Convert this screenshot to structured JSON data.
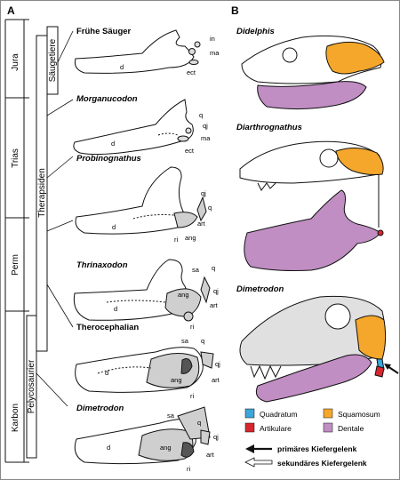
{
  "panels": {
    "a": "A",
    "b": "B"
  },
  "eras": [
    "Jura",
    "Trias",
    "Perm",
    "Karbon"
  ],
  "groups": {
    "therapsids": "Therapsiden",
    "mammals": "Säugetiere",
    "pelycosaurs": "Pelycosaurier"
  },
  "left_taxa": [
    "Frühe Säuger",
    "Morganucodon",
    "Probinognathus",
    "Thrinaxodon",
    "Therocephalian",
    "Dimetrodon"
  ],
  "right_taxa": [
    "Didelphis",
    "Diarthrognathus",
    "Dimetrodon"
  ],
  "bones": {
    "d": "d",
    "in": "in",
    "ma": "ma",
    "ect": "ect",
    "q": "q",
    "qj": "qj",
    "art": "art",
    "ang": "ang",
    "ri": "ri",
    "sa": "sa"
  },
  "legend": {
    "quadratum": "Quadratum",
    "artikulare": "Artikulare",
    "squamosum": "Squamosum",
    "dentale": "Dentale",
    "primary": "primäres Kiefergelenk",
    "secondary": "sekundäres Kiefergelenk"
  },
  "colors": {
    "quadratum": "#3aa6d9",
    "artikulare": "#d8262e",
    "squamosum": "#f4a72b",
    "dentale": "#c08ec3",
    "bone_grey": "#cfcfcf"
  }
}
